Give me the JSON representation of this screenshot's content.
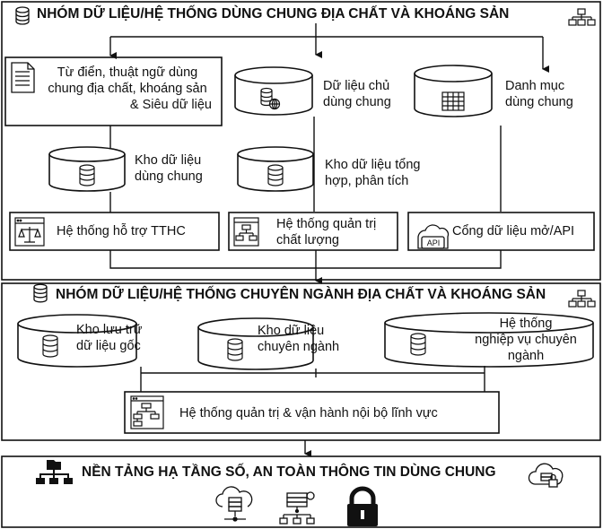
{
  "section1": {
    "title": "NHÓM DỮ LIỆU/HỆ THỐNG DÙNG CHUNG ĐỊA CHẤT VÀ KHOÁNG SẢN",
    "dictionary_line1": "Từ điển, thuật ngữ dùng",
    "dictionary_line2": "chung địa chất, khoáng sản",
    "dictionary_line3": "& Siêu dữ liệu",
    "master_line1": "Dữ liệu chủ",
    "master_line2": "dùng chung",
    "catalog_line1": "Danh mục",
    "catalog_line2": "dùng chung",
    "shared_store_line1": "Kho dữ liệu",
    "shared_store_line2": "dùng chung",
    "analytic_store_line1": "Kho dữ liệu tổng",
    "analytic_store_line2": "hợp, phân tích",
    "admin_support": "Hệ thống hỗ trợ TTHC",
    "quality_line1": "Hệ thống quản trị",
    "quality_line2": "chất lượng",
    "open_data": "Cổng dữ liệu mở/API",
    "api_icon_text": "API"
  },
  "section2": {
    "title": "NHÓM DỮ LIỆU/HỆ THỐNG CHUYÊN NGÀNH ĐỊA CHẤT VÀ KHOÁNG SẢN",
    "raw_store_line1": "Kho lưu trữ",
    "raw_store_line2": "dữ liệu gốc",
    "domain_store_line1": "Kho dữ liệu",
    "domain_store_line2": "chuyên ngành",
    "business_line1": "Hệ thống",
    "business_line2": "nghiệp vụ chuyên",
    "business_line3": "ngành",
    "internal_ops": "Hệ thống quản trị & vận hành nội bộ lĩnh vực"
  },
  "section3": {
    "title": "NỀN TẢNG HẠ TẦNG SỐ, AN TOÀN THÔNG TIN DÙNG CHUNG"
  },
  "icons": [
    "database-icon",
    "network-icon",
    "document-icon",
    "database-globe-icon",
    "table-icon",
    "scales-icon",
    "flowchart-icon",
    "cloud-api-icon",
    "cloud-security-icon",
    "org-chart-icon",
    "cloud-server-icon",
    "server-network-icon",
    "padlock-icon"
  ]
}
